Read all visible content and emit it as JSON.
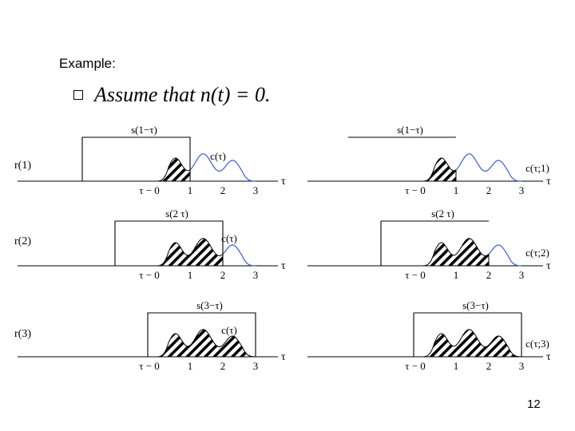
{
  "slide": {
    "heading": "Example:",
    "bullet_text": "Assume that n(t) = 0.",
    "page_number": "12"
  },
  "figure": {
    "left_column": [
      {
        "row_label": "r(1)",
        "window_label": "s(1−τ)",
        "curve_label": "c(τ)",
        "ticks": [
          "τ − 0",
          "1",
          "2",
          "3"
        ],
        "axis_label": "τ"
      },
      {
        "row_label": "r(2)",
        "window_label": "s(2  τ)",
        "curve_label": "c(τ)",
        "ticks": [
          "τ − 0",
          "1",
          "2",
          "3"
        ],
        "axis_label": "τ"
      },
      {
        "row_label": "r(3)",
        "window_label": "s(3−τ)",
        "curve_label": "c(τ)",
        "ticks": [
          "τ − 0",
          "1",
          "2",
          "3"
        ],
        "axis_label": "τ"
      }
    ],
    "right_column": [
      {
        "window_label": "s(1−τ)",
        "curve_label": "c(τ;1)",
        "ticks": [
          "τ − 0",
          "1",
          "2",
          "3"
        ],
        "axis_label": "τ"
      },
      {
        "window_label": "s(2  τ)",
        "curve_label": "c(τ;2)",
        "ticks": [
          "τ − 0",
          "1",
          "2",
          "3"
        ],
        "axis_label": "τ"
      },
      {
        "window_label": "s(3−τ)",
        "curve_label": "c(τ;3)",
        "ticks": [
          "τ − 0",
          "1",
          "2",
          "3"
        ],
        "axis_label": "τ"
      }
    ],
    "curve_color": "#3b5bdb",
    "hatch_color": "#000000"
  }
}
